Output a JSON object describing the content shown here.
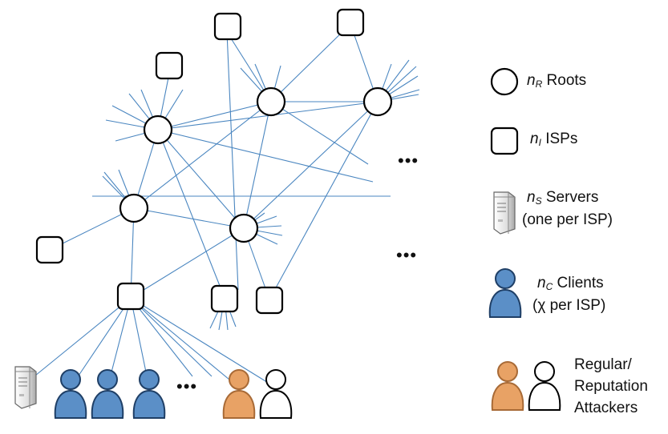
{
  "diagram": {
    "edge_color": "#4a86c0",
    "client_color": "#5b8fc7",
    "attacker_color": "#e8a265",
    "ellipsis": "•••"
  },
  "legend": {
    "roots": {
      "var": "n",
      "sub": "R",
      "label": "Roots"
    },
    "isps": {
      "var": "n",
      "sub": "I",
      "label": "ISPs"
    },
    "servers": {
      "var": "n",
      "sub": "S",
      "label": "Servers",
      "note": "(one per ISP)"
    },
    "clients": {
      "var": "n",
      "sub": "C",
      "label": "Clients",
      "note": "(χ per ISP)"
    },
    "attackers": {
      "lines": [
        "Regular/",
        "Reputation",
        "Attackers"
      ]
    }
  }
}
